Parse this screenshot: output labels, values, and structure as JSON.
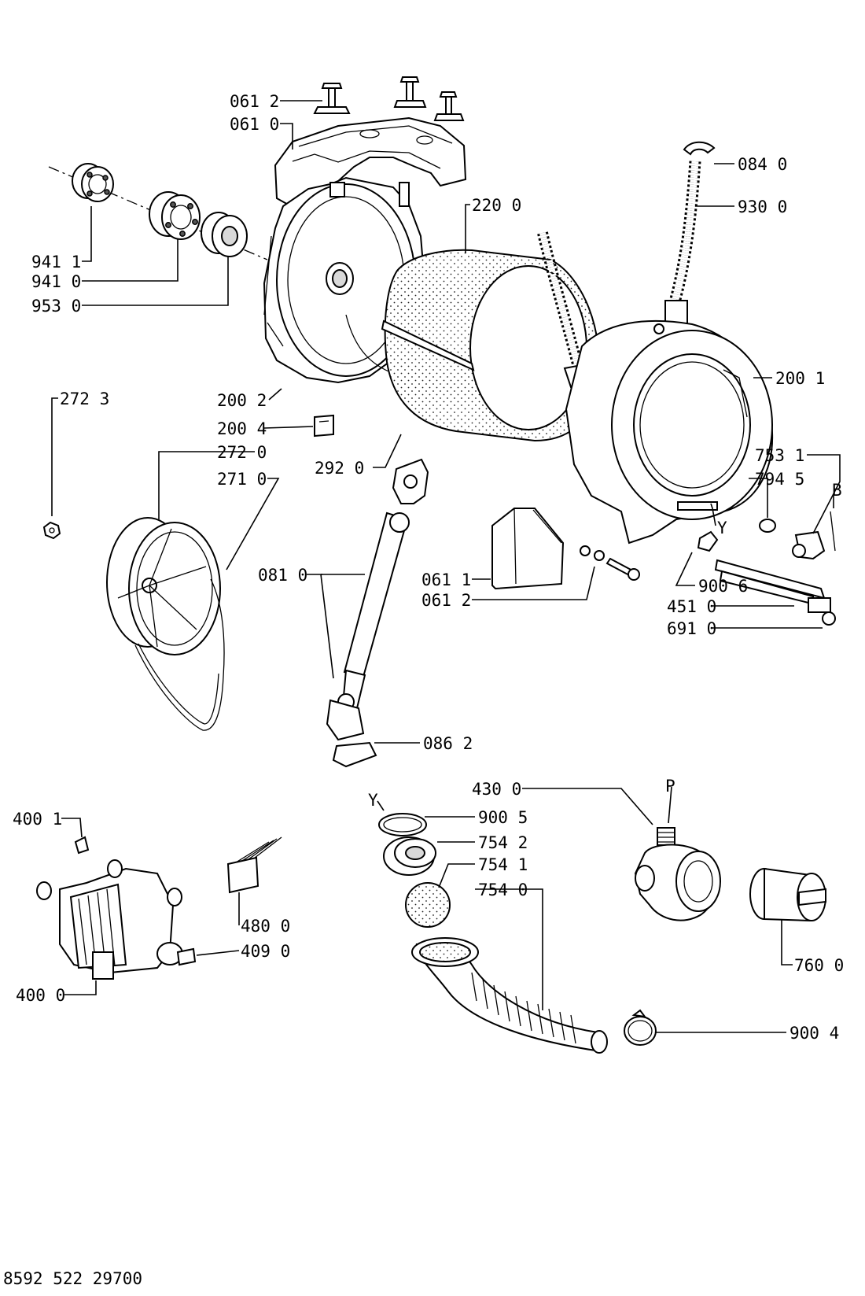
{
  "document_id": "8592 522 29700",
  "labels": {
    "l0612a": "061 2",
    "l0610": "061 0",
    "l0840": "084 0",
    "l2200": "220 0",
    "l9300": "930 0",
    "l9411": "941 1",
    "l9410": "941 0",
    "l9530": "953 0",
    "l2723": "272 3",
    "l2002": "200 2",
    "l2001": "200 1",
    "l2004": "200 4",
    "l2720": "272 0",
    "l2920": "292 0",
    "l2710": "271 0",
    "l7531": "753 1",
    "l7945": "794 5",
    "lB": "B",
    "lY1": "Y",
    "l0810": "081 0",
    "l0611": "061 1",
    "l0612b": "061 2",
    "l9006": "900 6",
    "l4510": "451 0",
    "l6910": "691 0",
    "l0862": "086 2",
    "l4300": "430 0",
    "lP": "P",
    "lY2": "Y",
    "l9005": "900 5",
    "l4001": "400 1",
    "l7542": "754 2",
    "l7541": "754 1",
    "l7540": "754 0",
    "l4800": "480 0",
    "l4090": "409 0",
    "l7600": "760 0",
    "l4000": "400 0",
    "l9004": "900 4"
  }
}
